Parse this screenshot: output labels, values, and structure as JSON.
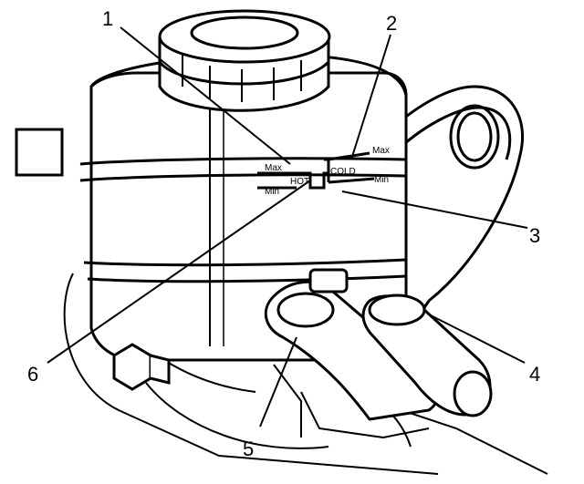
{
  "callouts": [
    "1",
    "2",
    "3",
    "4",
    "5",
    "6"
  ],
  "markings": {
    "hot": "HOT",
    "cold": "COLD",
    "hot_max": "Max",
    "hot_min": "Min",
    "cold_max": "Max",
    "cold_min": "Min"
  },
  "colors": {
    "ink": "#000000",
    "paper": "#ffffff"
  }
}
